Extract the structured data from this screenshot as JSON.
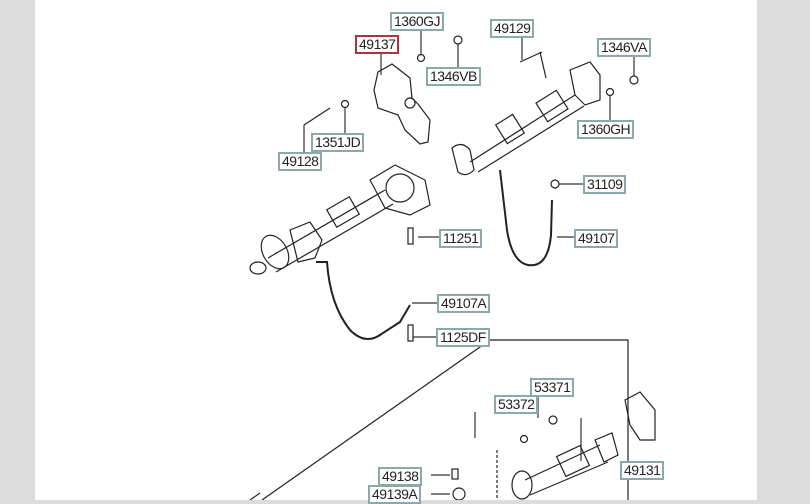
{
  "parts": [
    {
      "id": "1360GJ",
      "selected": false
    },
    {
      "id": "49137",
      "selected": true
    },
    {
      "id": "1346VB",
      "selected": false
    },
    {
      "id": "49129",
      "selected": false
    },
    {
      "id": "1346VA",
      "selected": false
    },
    {
      "id": "1360GH",
      "selected": false
    },
    {
      "id": "1351JD",
      "selected": false
    },
    {
      "id": "49128",
      "selected": false
    },
    {
      "id": "31109",
      "selected": false
    },
    {
      "id": "11251",
      "selected": false
    },
    {
      "id": "49107",
      "selected": false
    },
    {
      "id": "49107A",
      "selected": false
    },
    {
      "id": "1125DF",
      "selected": false
    },
    {
      "id": "53371",
      "selected": false
    },
    {
      "id": "53372",
      "selected": false
    },
    {
      "id": "49131",
      "selected": false
    },
    {
      "id": "49138",
      "selected": false
    },
    {
      "id": "49139A",
      "selected": false
    }
  ],
  "colors": {
    "label_border": "#8aa9ab",
    "selected_border": "#b03040"
  }
}
